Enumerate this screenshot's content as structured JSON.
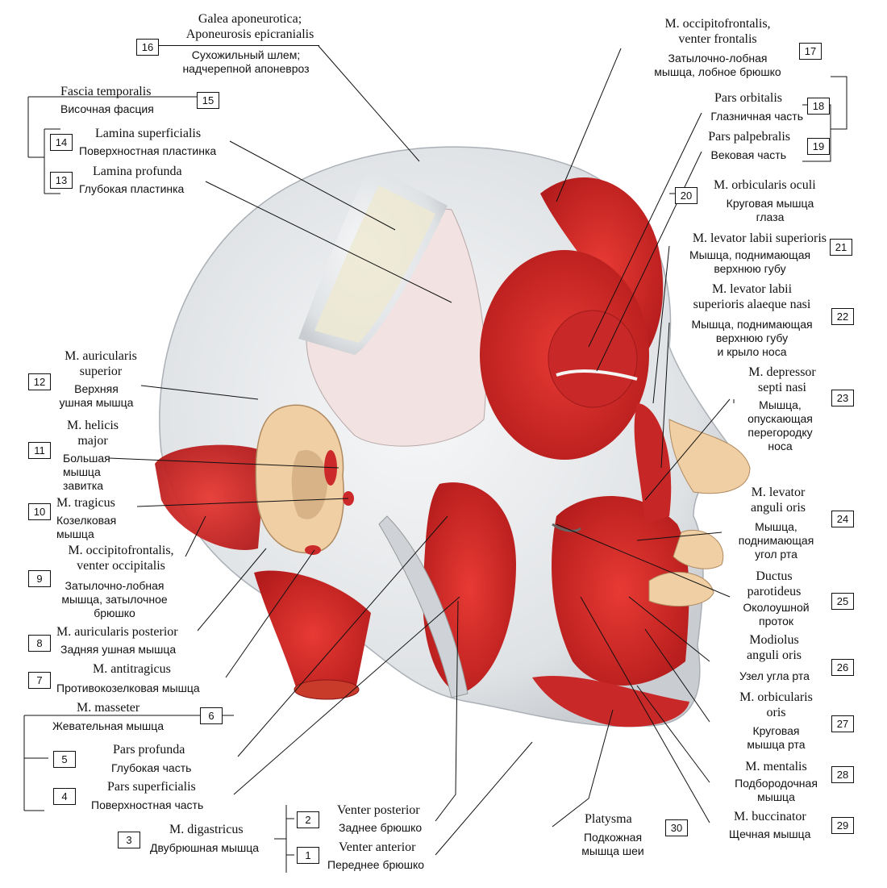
{
  "labels": {
    "l1": {
      "num": "1",
      "latin": "Venter anterior",
      "russian": "Переднее брюшко"
    },
    "l2": {
      "num": "2",
      "latin": "Venter posterior",
      "russian": "Заднее брюшко"
    },
    "l3": {
      "num": "3",
      "latin": "M. digastricus",
      "russian": "Двубрюшная мышца"
    },
    "l4": {
      "num": "4",
      "latin": "Pars superficialis",
      "russian": "Поверхностная часть"
    },
    "l5": {
      "num": "5",
      "latin": "Pars profunda",
      "russian": "Глубокая часть"
    },
    "l6": {
      "num": "6",
      "latin": "M. masseter",
      "russian": "Жевательная мышца"
    },
    "l7": {
      "num": "7",
      "latin": "M. antitragicus",
      "russian": "Противокозелковая мышца"
    },
    "l8": {
      "num": "8",
      "latin": "M. auricularis posterior",
      "russian": "Задняя ушная мышца"
    },
    "l9": {
      "num": "9",
      "latin": "M. occipitofrontalis,\nventer occipitalis",
      "russian": "Затылочно-лобная\nмышца, затылочное\nбрюшко"
    },
    "l10": {
      "num": "10",
      "latin": "M. tragicus",
      "russian": "Козелковая\nмышца"
    },
    "l11": {
      "num": "11",
      "latin": "M. helicis\nmajor",
      "russian": "Большая\nмышца\nзавитка"
    },
    "l12": {
      "num": "12",
      "latin": "M. auricularis\nsuperior",
      "russian": "Верхняя\nушная мышца"
    },
    "l13": {
      "num": "13",
      "latin": "Lamina profunda",
      "russian": "Глубокая пластинка"
    },
    "l14": {
      "num": "14",
      "latin": "Lamina superficialis",
      "russian": "Поверхностная пластинка"
    },
    "l15": {
      "num": "15",
      "latin": "Fascia temporalis",
      "russian": "Височная фасция"
    },
    "l16": {
      "num": "16",
      "latin": "Galea aponeurotica;\nAponeurosis epicranialis",
      "russian": "Сухожильный шлем;\nнадчерепной апоневроз"
    },
    "l17": {
      "num": "17",
      "latin": "M. occipitofrontalis,\nventer frontalis",
      "russian": "Затылочно-лобная\nмышца, лобное брюшко"
    },
    "l18": {
      "num": "18",
      "latin": "Pars orbitalis",
      "russian": "Глазничная часть"
    },
    "l19": {
      "num": "19",
      "latin": "Pars palpebralis",
      "russian": "Вековая часть"
    },
    "l20": {
      "num": "20",
      "latin": "M. orbicularis oculi",
      "russian": "Круговая мышца\nглаза"
    },
    "l21": {
      "num": "21",
      "latin": "M. levator labii superioris",
      "russian": "Мышца, поднимающая\nверхнюю губу"
    },
    "l22": {
      "num": "22",
      "latin": "M. levator labii\nsuperioris alaeque nasi",
      "russian": "Мышца, поднимающая\nверхнюю губу\nи крыло носа"
    },
    "l23": {
      "num": "23",
      "latin": "M. depressor\nsepti nasi",
      "russian": "Мышца,\nопускающая\nперегородку\nноса"
    },
    "l24": {
      "num": "24",
      "latin": "M. levator\nanguli oris",
      "russian": "Мышца,\nподнимающая\nугол рта"
    },
    "l25": {
      "num": "25",
      "latin": "Ductus\nparotideus",
      "russian": "Околоушной\nпроток"
    },
    "l26": {
      "num": "26",
      "latin": "Modiolus\nanguli oris",
      "russian": "Узел угла рта"
    },
    "l27": {
      "num": "27",
      "latin": "M. orbicularis\noris",
      "russian": "Круговая\nмышца рта"
    },
    "l28": {
      "num": "28",
      "latin": "M. mentalis",
      "russian": "Подбородочная\nмышца"
    },
    "l29": {
      "num": "29",
      "latin": "M. buccinator",
      "russian": "Щечная мышца"
    },
    "l30": {
      "num": "30",
      "latin": "Platysma",
      "russian": "Подкожная\nмышца шеи"
    }
  },
  "colors": {
    "muscle": "#d42a2a",
    "muscle_dark": "#a81818",
    "fascia": "#e6e8ea",
    "tendon": "#f0ecd8",
    "skin": "#efcfa3",
    "line": "#111111"
  }
}
